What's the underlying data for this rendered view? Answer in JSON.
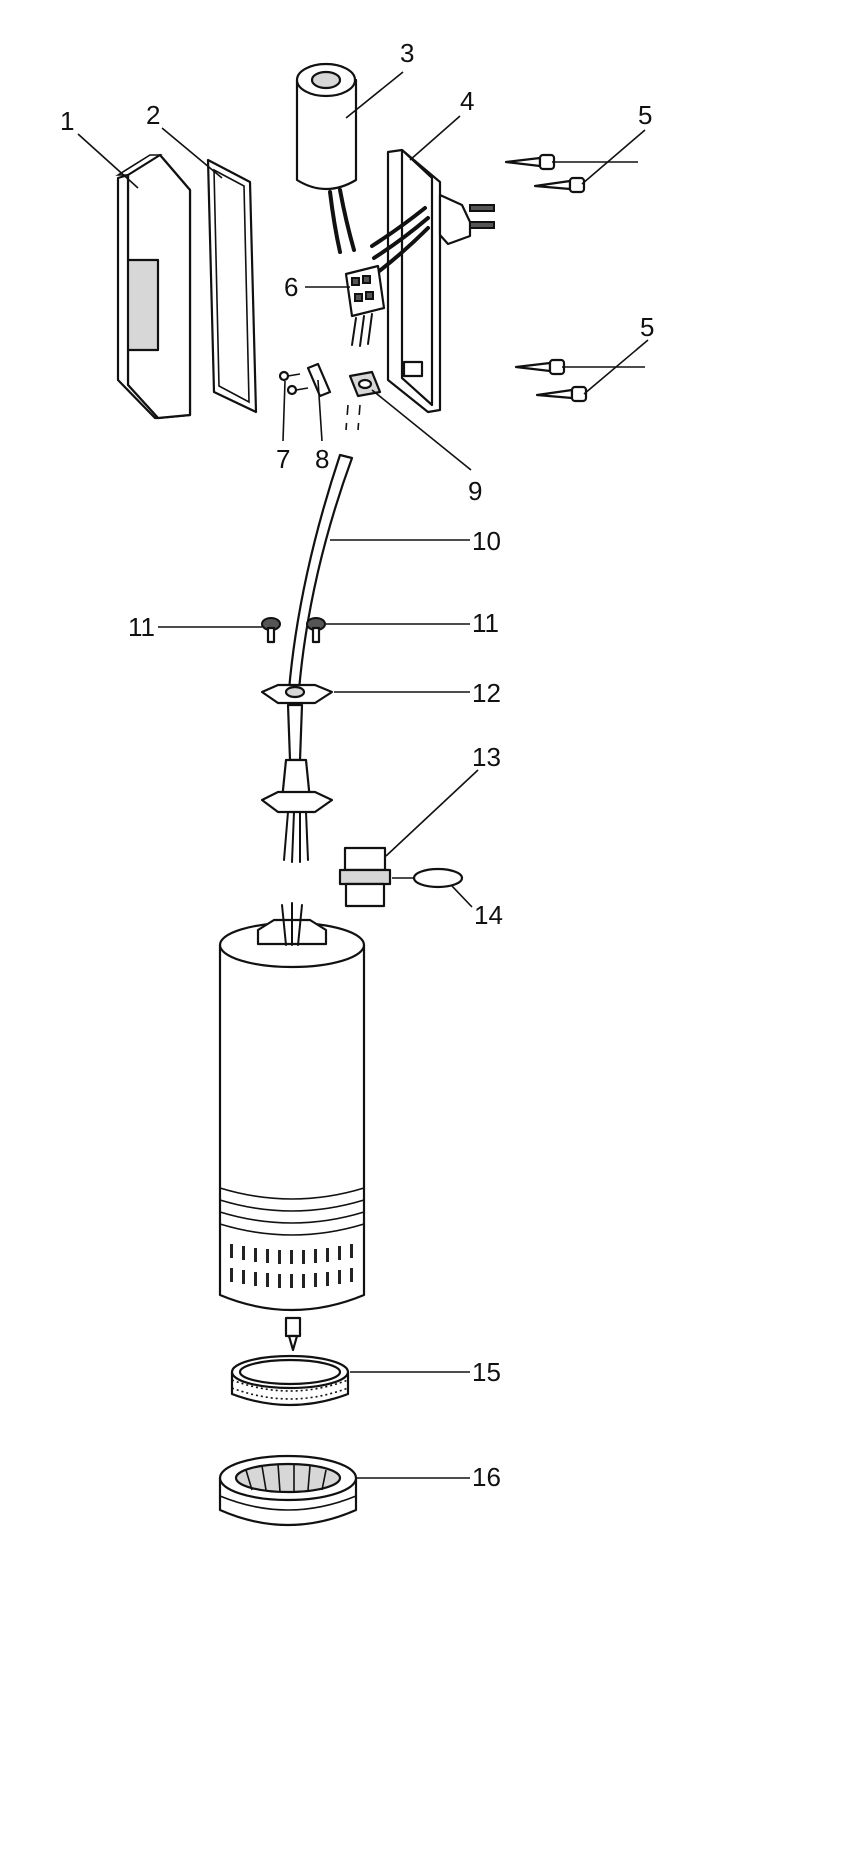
{
  "parts": [
    {
      "id": "p1",
      "number": "1"
    },
    {
      "id": "p2",
      "number": "2"
    },
    {
      "id": "p3",
      "number": "3"
    },
    {
      "id": "p4",
      "number": "4"
    },
    {
      "id": "p5a",
      "number": "5"
    },
    {
      "id": "p5b",
      "number": "5"
    },
    {
      "id": "p6",
      "number": "6"
    },
    {
      "id": "p7",
      "number": "7"
    },
    {
      "id": "p8",
      "number": "8"
    },
    {
      "id": "p9",
      "number": "9"
    },
    {
      "id": "p10",
      "number": "10"
    },
    {
      "id": "p11a",
      "number": "11"
    },
    {
      "id": "p11b",
      "number": "11"
    },
    {
      "id": "p12",
      "number": "12"
    },
    {
      "id": "p13",
      "number": "13"
    },
    {
      "id": "p14",
      "number": "14"
    },
    {
      "id": "p15",
      "number": "15"
    },
    {
      "id": "p16",
      "number": "16"
    }
  ]
}
